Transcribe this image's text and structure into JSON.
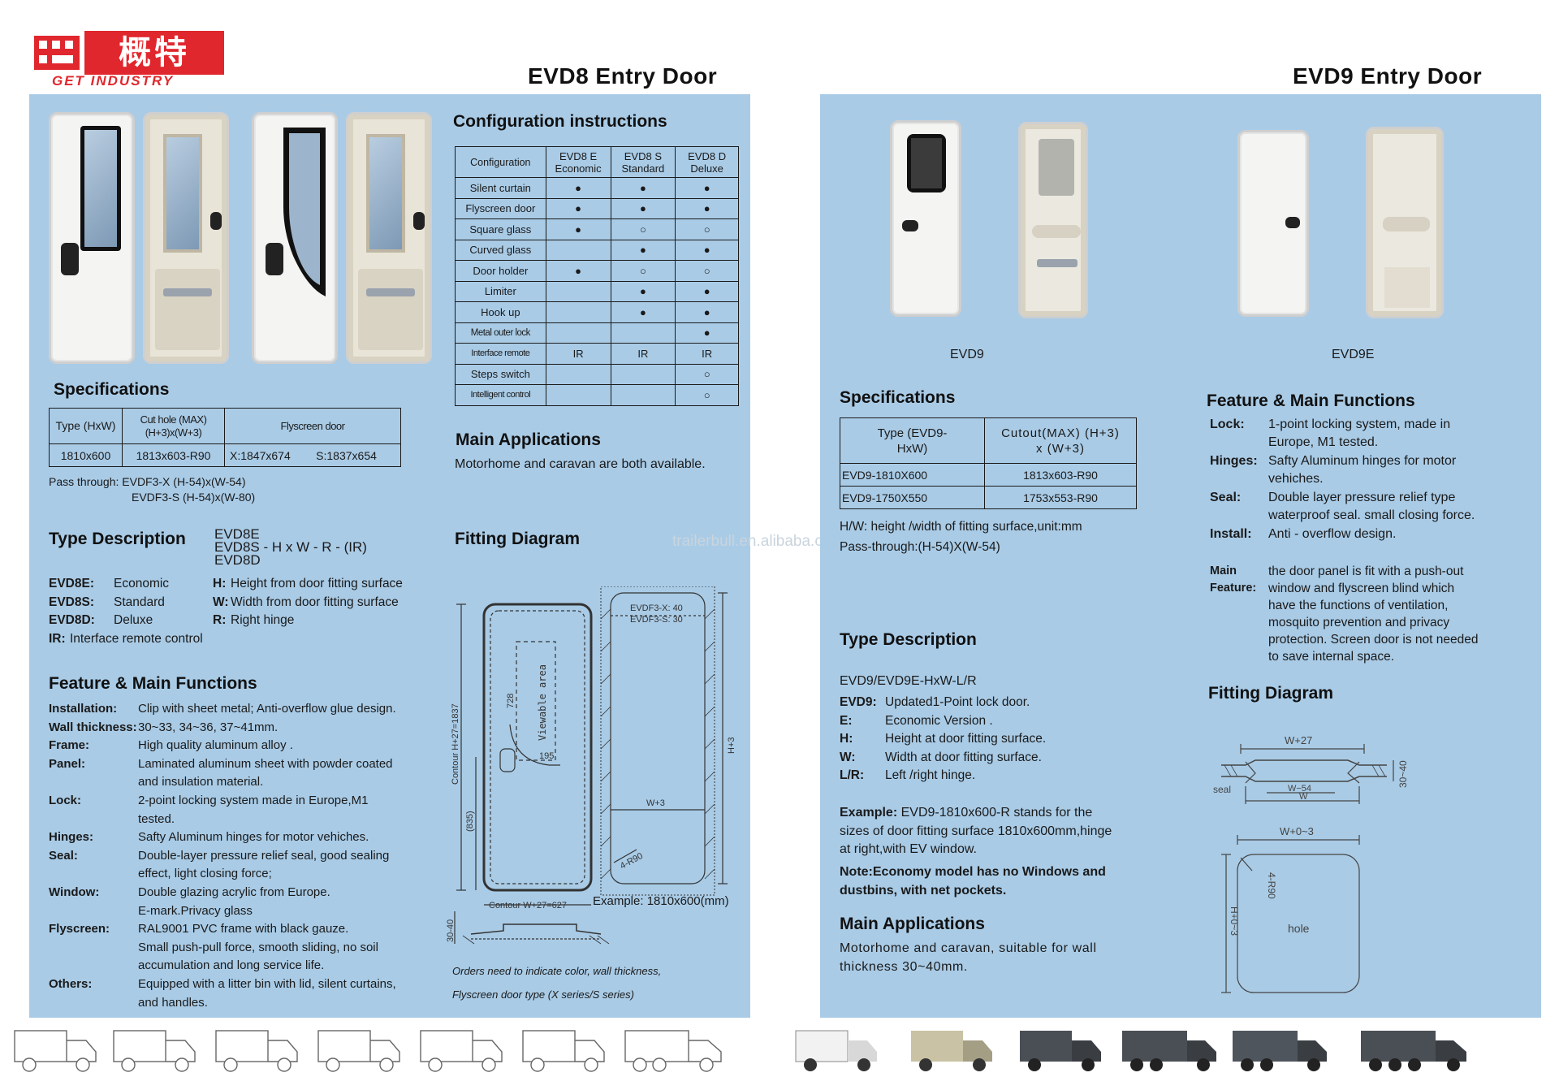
{
  "logo": {
    "cn": "概特",
    "en": "GET INDUSTRY"
  },
  "watermark": "trailerbull.en.alibaba.com",
  "left": {
    "title": "EVD8 Entry Door",
    "config": {
      "heading": "Configuration instructions",
      "headers": [
        "Configuration",
        "EVD8 E Economic",
        "EVD8 S Standard",
        "EVD8 D Deluxe"
      ],
      "rows": [
        [
          "Silent curtain",
          "●",
          "●",
          "●"
        ],
        [
          "Flyscreen door",
          "●",
          "●",
          "●"
        ],
        [
          "Square glass",
          "●",
          "○",
          "○"
        ],
        [
          "Curved glass",
          "",
          "●",
          "●"
        ],
        [
          "Door holder",
          "●",
          "○",
          "○"
        ],
        [
          "Limiter",
          "",
          "●",
          "●"
        ],
        [
          "Hook up",
          "",
          "●",
          "●"
        ],
        [
          "Metal outer lock",
          "",
          "",
          "●"
        ],
        [
          "Interface remote",
          "IR",
          "IR",
          "IR"
        ],
        [
          "Steps switch",
          "",
          "",
          "○"
        ],
        [
          "Intelligent control",
          "",
          "",
          "○"
        ]
      ]
    },
    "specs": {
      "heading": "Specifications",
      "headers": [
        "Type (HxW)",
        "Cut hole (MAX) (H+3)x(W+3)",
        "Flyscreen door"
      ],
      "row": [
        "1810x600",
        "1813x603-R90",
        "X:1847x674",
        "S:1837x654"
      ],
      "pass1": "Pass through: EVDF3-X  (H-54)x(W-54)",
      "pass2": "EVDF3-S  (H-54)x(W-80)"
    },
    "typedesc": {
      "heading": "Type Description",
      "codes": [
        "EVD8E",
        "EVD8S - H x W - R - (IR)",
        "EVD8D"
      ],
      "items": [
        {
          "k": "EVD8E:",
          "v": "Economic",
          "k2": "H:",
          "v2": "Height from door fitting surface"
        },
        {
          "k": "EVD8S:",
          "v": "Standard",
          "k2": "W:",
          "v2": "Width from door fitting surface"
        },
        {
          "k": "EVD8D:",
          "v": "Deluxe",
          "k2": "R:",
          "v2": "Right hinge"
        }
      ],
      "ir": "IR:",
      "ir_v": "Interface remote control"
    },
    "features": {
      "heading": "Feature & Main Functions",
      "items": [
        {
          "k": "Installation:",
          "v": [
            "Clip with sheet metal; Anti-overflow glue design."
          ]
        },
        {
          "k": "Wall thickness:",
          "v": [
            "30~33, 34~36, 37~41mm."
          ]
        },
        {
          "k": "Frame:",
          "v": [
            "High quality aluminum alloy ."
          ]
        },
        {
          "k": "Panel:",
          "v": [
            "Laminated aluminum sheet with powder coated",
            "and insulation material."
          ]
        },
        {
          "k": "Lock:",
          "v": [
            "2-point locking system made in Europe,M1",
            "tested."
          ]
        },
        {
          "k": "Hinges:",
          "v": [
            "Safty Aluminum hinges for motor vehiches."
          ]
        },
        {
          "k": "Seal:",
          "v": [
            "Double-layer pressure relief seal, good sealing",
            "effect, light closing force;"
          ]
        },
        {
          "k": "Window:",
          "v": [
            "Double glazing acrylic from Europe.",
            "E-mark.Privacy glass"
          ]
        },
        {
          "k": "Flyscreen:",
          "v": [
            "RAL9001 PVC frame with black gauze.",
            "Small push-pull force, smooth sliding, no soil",
            "accumulation and long service life."
          ]
        },
        {
          "k": "Others:",
          "v": [
            "Equipped with a litter bin with lid, silent curtains,",
            "and handles."
          ]
        }
      ]
    },
    "apps": {
      "heading": "Main Applications",
      "text": "Motorhome and caravan are both available."
    },
    "fitting": {
      "heading": "Fitting Diagram",
      "labels": {
        "viewable": "Viewable area",
        "d728": "728",
        "d195": "195",
        "contour_h": "Contour H+27=1837",
        "d835": "(835)",
        "contour_w": "Contour W+27=627",
        "d3040": "30-40",
        "evdf3x": "EVDF3-X: 40",
        "evdf3s": "EVDF3-S: 30",
        "h3": "H+3",
        "w3": "W+3",
        "r90": "4-R90"
      },
      "example": "Example: 1810x600(mm)",
      "note1": "Orders need to indicate color, wall thickness,",
      "note2": "Flyscreen door type (X series/S series)"
    }
  },
  "right": {
    "title": "EVD9 Entry Door",
    "door1_label": "EVD9",
    "door2_label": "EVD9E",
    "specs": {
      "heading": "Specifications",
      "headers": [
        "Type (EVD9-HxW)",
        "Cutout(MAX) (H+3) x (W+3)"
      ],
      "rows": [
        [
          "EVD9-1810X600",
          "1813x603-R90"
        ],
        [
          "EVD9-1750X550",
          "1753x553-R90"
        ]
      ],
      "note1": "H/W: height /width of fitting surface,unit:mm",
      "note2": "Pass-through:(H-54)X(W-54)"
    },
    "typedesc": {
      "heading": "Type Description",
      "code": "EVD9/EVD9E-HxW-L/R",
      "items": [
        {
          "k": "EVD9:",
          "v": "Updated1-Point lock  door."
        },
        {
          "k": "E:",
          "v": "Economic Version ."
        },
        {
          "k": "H:",
          "v": "Height at door fitting surface."
        },
        {
          "k": "W:",
          "v": "Width at door fitting surface."
        },
        {
          "k": "L/R:",
          "v": "Left /right hinge."
        }
      ],
      "example_k": "Example:",
      "example": [
        "EVD9-1810x600-R stands for the",
        "sizes of door fitting surface 1810x600mm,hinge",
        "at right,with EV window."
      ],
      "note": [
        "Note:Economy model has no Windows and",
        "dustbins, with net pockets."
      ]
    },
    "apps": {
      "heading": "Main Applications",
      "text": [
        "Motorhome and caravan, suitable for wall",
        "thickness 30~40mm."
      ]
    },
    "features": {
      "heading": "Feature & Main Functions",
      "items": [
        {
          "k": "Lock:",
          "v": [
            "1-point locking system, made in",
            "Europe,  M1 tested."
          ]
        },
        {
          "k": "Hinges:",
          "v": [
            "Safty Aluminum hinges for motor",
            "vehiches."
          ]
        },
        {
          "k": "Seal:",
          "v": [
            "Double layer pressure relief type",
            "waterproof seal. small closing force."
          ]
        },
        {
          "k": "Install:",
          "v": [
            "Anti - overflow design."
          ]
        }
      ],
      "main_k1": "Main",
      "main_k2": "Feature:",
      "main_v": [
        "the door panel is fit  with a push-out",
        "window  and flyscreen blind which",
        "have the functions of ventilation,",
        "mosquito prevention and privacy",
        "protection. Screen door is not needed",
        "to save internal space."
      ]
    },
    "fitting": {
      "heading": "Fitting Diagram",
      "labels": {
        "w27": "W+27",
        "d3040": "30~40",
        "w54": "W−54",
        "w": "W",
        "seal": "seal",
        "w03": "W+0~3",
        "r90": "4-R90",
        "h03": "H+0~3",
        "hole": "hole"
      }
    }
  }
}
